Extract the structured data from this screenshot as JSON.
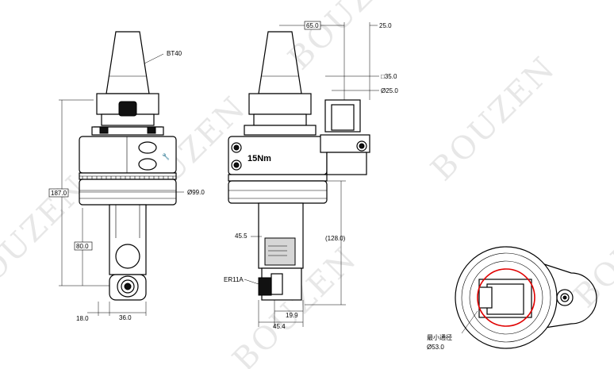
{
  "watermark": "BOUZEN",
  "front_view": {
    "shank_label": "BT40",
    "height_dim": "187.0",
    "body_dia_dim": "Ø99.0",
    "arm_dim": "80.0",
    "offset_dim": "18.0",
    "width_dim": "36.0"
  },
  "side_view": {
    "dim_65": "65.0",
    "dim_25": "25.0",
    "dim_sq35": "□35.0",
    "dim_dia25": "Ø25.0",
    "torque": "15Nm",
    "dim_455": "45.5",
    "dim_128": "(128.0)",
    "collet": "ER11A",
    "dim_199": "19.9",
    "dim_454": "45.4"
  },
  "bottom_view": {
    "min_bore_label": "最小通径",
    "min_bore_value": "Ø53.0"
  }
}
